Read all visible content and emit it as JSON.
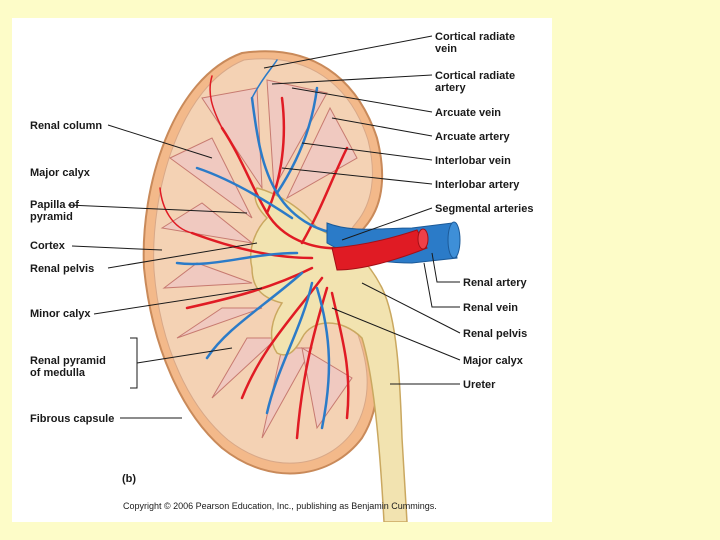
{
  "figure": {
    "panel_label": "(b)",
    "copyright": "Copyright © 2006 Pearson Education, Inc., publishing as Benjamin Cummings."
  },
  "labels_left": {
    "renal_column": "Renal column",
    "major_calyx": "Major calyx",
    "papilla": "Papilla of\npyramid",
    "cortex": "Cortex",
    "renal_pelvis": "Renal pelvis",
    "minor_calyx": "Minor calyx",
    "renal_pyramid": "Renal pyramid\nof medulla",
    "fibrous_capsule": "Fibrous capsule"
  },
  "labels_right": {
    "cortical_radiate_vein": "Cortical radiate\nvein",
    "cortical_radiate_artery": "Cortical radiate\nartery",
    "arcuate_vein": "Arcuate vein",
    "arcuate_artery": "Arcuate artery",
    "interlobar_vein": "Interlobar vein",
    "interlobar_artery": "Interlobar artery",
    "segmental_arteries": "Segmental arteries",
    "renal_artery": "Renal artery",
    "renal_vein": "Renal vein",
    "renal_pelvis": "Renal pelvis",
    "major_calyx": "Major calyx",
    "ureter": "Ureter"
  },
  "colors": {
    "page_bg": "#fdfcc8",
    "artery": "#e01b24",
    "vein": "#2b7bc8",
    "cortex": "#f4d2b4",
    "pyramid": "#f0c9c0",
    "pelvis": "#f2e3b0"
  }
}
